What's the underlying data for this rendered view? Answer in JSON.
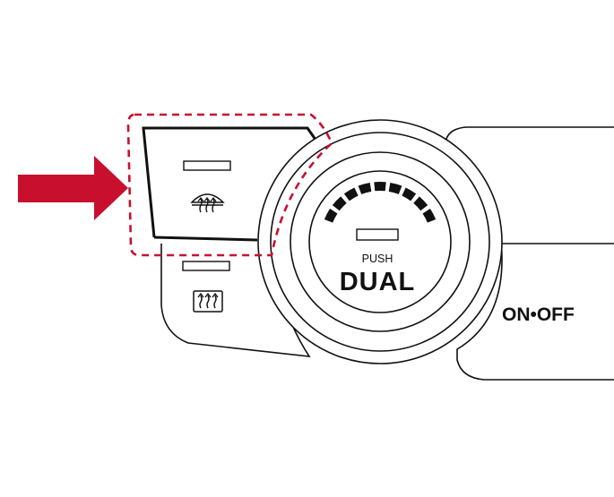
{
  "dial": {
    "push_label": "PUSH",
    "dual_label": "DUAL"
  },
  "right_button": {
    "label": "ON•OFF"
  },
  "buttons": [
    {
      "icon": "front-defroster-icon",
      "highlighted": true
    },
    {
      "icon": "rear-defroster-icon",
      "highlighted": false
    }
  ],
  "colors": {
    "highlight_arrow": "#c8102e",
    "highlight_outline": "#c8102e",
    "line": "#111111"
  }
}
